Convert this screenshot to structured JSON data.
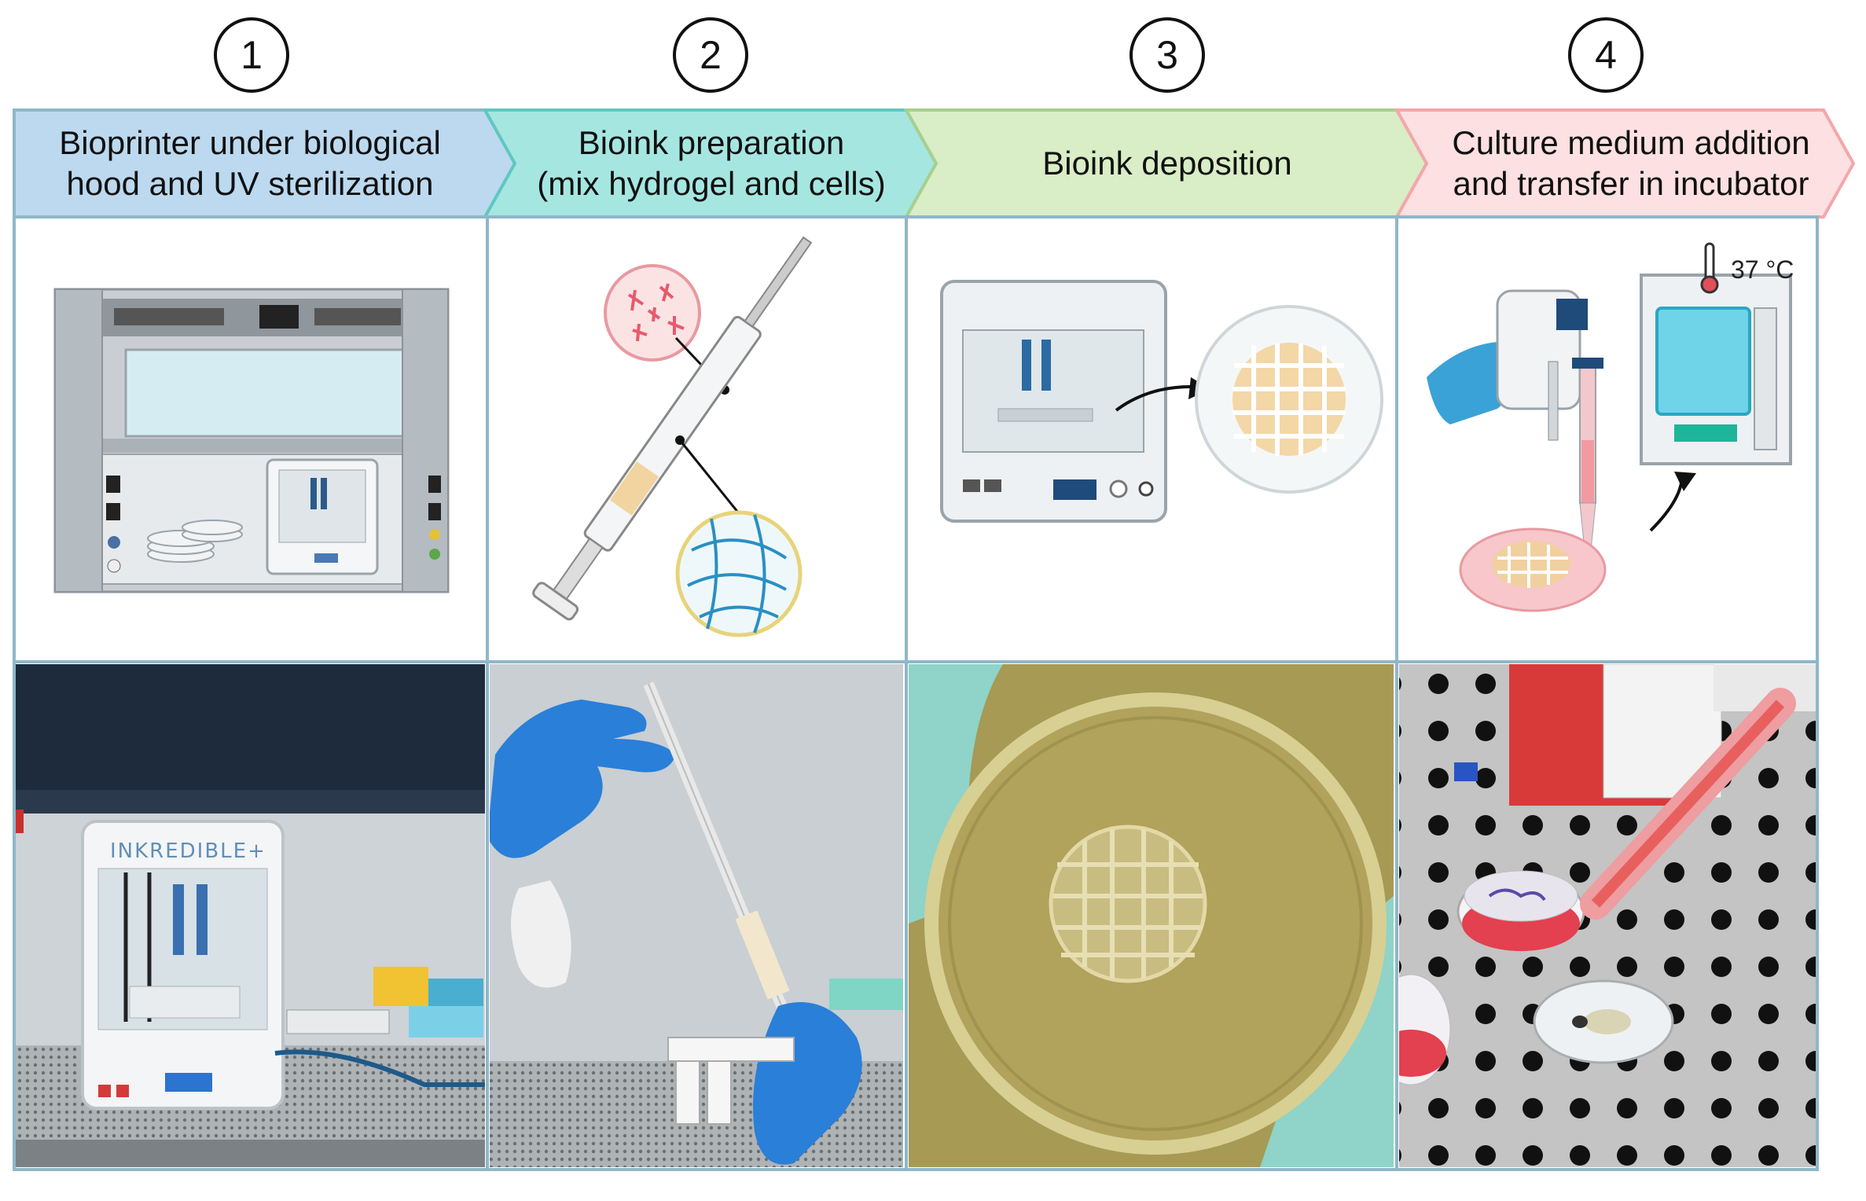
{
  "steps": [
    {
      "number": "1",
      "title_line1": "Bioprinter under biological",
      "title_line2": "hood and UV sterilization",
      "color": "#bcd9ef"
    },
    {
      "number": "2",
      "title_line1": "Bioink preparation",
      "title_line2": "(mix hydrogel and cells)",
      "color": "#a6e6e1"
    },
    {
      "number": "3",
      "title_line1": "Bioink deposition",
      "title_line2": "",
      "color": "#d9edc6"
    },
    {
      "number": "4",
      "title_line1": "Culture medium addition",
      "title_line2": "and transfer in incubator",
      "color": "#fde0e1"
    }
  ],
  "labels": {
    "temperature": "37 °C",
    "printer_brand": "INKREDIBLE+"
  },
  "colors": {
    "border": "#8fb7c8",
    "hood_gray": "#c9ced3",
    "glove_blue": "#2a7fd8",
    "gel_tan": "#f1d6a8",
    "medium_pink": "#f5a3a8",
    "photo_bg_1": "#cdd3d7",
    "photo_bg_3": "#a69a54",
    "photo_bg_4": "#c8c9c8"
  }
}
